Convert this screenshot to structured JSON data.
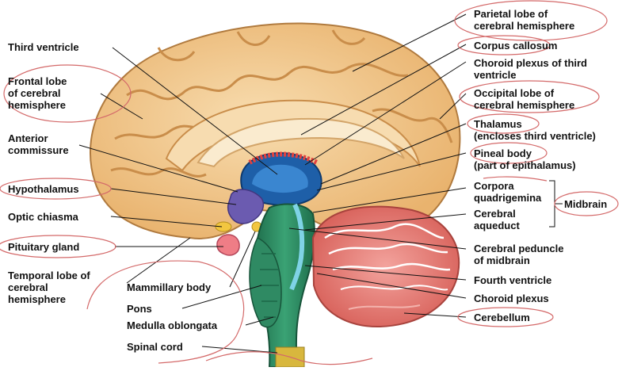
{
  "left_labels": {
    "third_ventricle": "Third ventricle",
    "frontal_lobe": "Frontal lobe\nof cerebral\nhemisphere",
    "anterior_commissure": "Anterior\ncommissure",
    "hypothalamus": "Hypothalamus",
    "optic_chiasma": "Optic chiasma",
    "pituitary_gland": "Pituitary gland",
    "temporal_lobe": "Temporal lobe of\ncerebral\nhemisphere"
  },
  "bottom_labels": {
    "mammillary_body": "Mammillary body",
    "pons": "Pons",
    "medulla": "Medulla oblongata",
    "spinal_cord": "Spinal cord"
  },
  "right_labels": {
    "parietal_lobe": "Parietal lobe of\ncerebral hemisphere",
    "corpus_callosum": "Corpus callosum",
    "choroid_plexus_third": "Choroid plexus of third\nventricle",
    "occipital_lobe": "Occipital lobe of\ncerebral hemisphere",
    "thalamus": "Thalamus\n(encloses third ventricle)",
    "pineal_body": "Pineal body\n(part of epithalamus)",
    "corpora_quadrigemina": "Corpora\nquadrigemina",
    "cerebral_aqueduct": "Cerebral\naqueduct",
    "cerebral_peduncle": "Cerebral peduncle\nof midbrain",
    "fourth_ventricle": "Fourth ventricle",
    "choroid_plexus": "Choroid plexus",
    "cerebellum": "Cerebellum"
  },
  "bracket_label": "Midbrain",
  "colors": {
    "cerebrum": "#f3c98d",
    "cerebrum_dark": "#d59a52",
    "ventricle_blue": "#1e5fa8",
    "hypothalamus_purple": "#6b5bb0",
    "brainstem_green": "#2f8a63",
    "cerebellum_pink": "#e77b74",
    "annotation_red": "#c9484b"
  }
}
